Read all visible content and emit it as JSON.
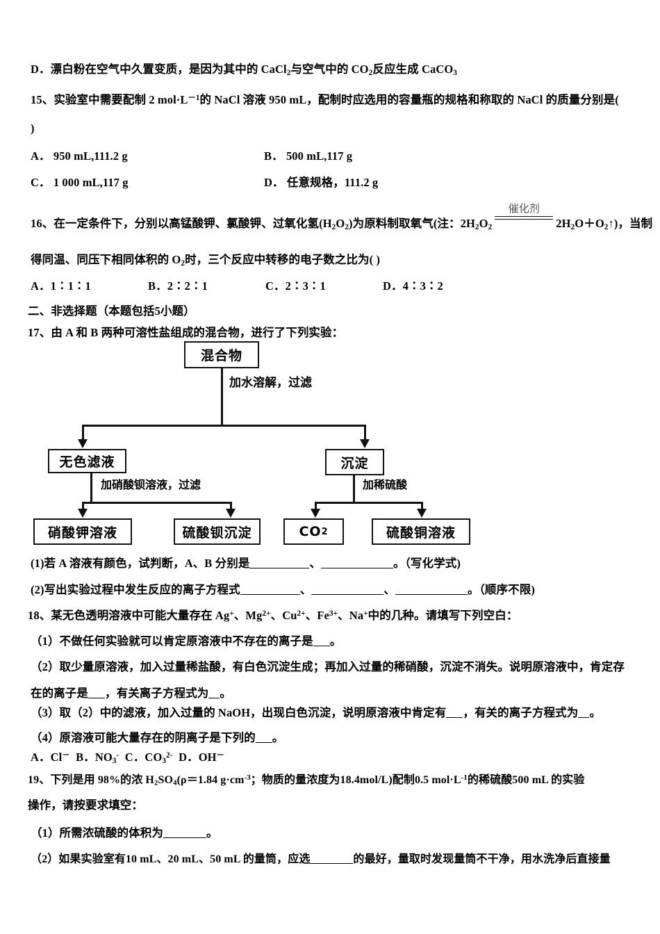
{
  "document": {
    "type": "chemistry-exam-paper",
    "language": "zh"
  },
  "q14_option_d": {
    "label": "D．",
    "text_a": "漂白粉在空气中久置变质，是因为其中的 CaCl",
    "sub1": "2",
    "text_b": "与空气中的 CO",
    "sub2": "2",
    "text_c": "反应生成 CaCO",
    "sub3": "3"
  },
  "q15": {
    "num": "15、",
    "stem_a": "实验室中需要配制 2 mol·L",
    "stem_sup": "－1",
    "stem_b": "的 NaCl 溶液 950 mL，配制时应选用的容量瓶的规格和称取的 NaCl 的质量分别是(",
    "stem_close": ")",
    "options": [
      {
        "label": "A．",
        "text": "950 mL,111.2 g"
      },
      {
        "label": "B．",
        "text": "500 mL,117 g"
      },
      {
        "label": "C．",
        "text": "1 000 mL,117 g"
      },
      {
        "label": "D．",
        "text": "任意规格，111.2 g"
      }
    ]
  },
  "q16": {
    "num": "16、",
    "stem_a": "在一定条件下，分别以高锰酸钾、氯酸钾、过氧化氢(H",
    "sub_h": "2",
    "stem_b": "O",
    "sub_o": "2",
    "stem_c": ")为原料制取氧气(注：2H",
    "sub_h2": "2",
    "stem_d": "O",
    "sub_o2": "2",
    "catalyst": "催化剂",
    "product_a": "2H",
    "sub_p1": "2",
    "product_b": "O＋O",
    "sub_p2": "2",
    "product_c": "↑)，当制",
    "stem_line2_a": "得同温、同压下相同体积的 O",
    "sub_l2": "2",
    "stem_line2_b": "时，三个反应中转移的电子数之比为( )",
    "options": [
      {
        "label": "A．",
        "text": "1∶1∶1"
      },
      {
        "label": "B．",
        "text": "2∶2∶1"
      },
      {
        "label": "C．",
        "text": "2∶3∶1"
      },
      {
        "label": "D．",
        "text": "4∶3∶2"
      }
    ]
  },
  "section2": {
    "heading": "二、非选择题（本题包括5小题）"
  },
  "q17": {
    "num": "17、",
    "stem": "由 A 和 B 两种可溶性盐组成的混合物，进行了下列实验：",
    "flowchart": {
      "top_box": "混合物",
      "step1_label": "加水溶解，过滤",
      "left_box": "无色滤液",
      "right_box": "沉淀",
      "step2_left_label": "加硝酸钡溶液，过滤",
      "step2_right_label": "加稀硫酸",
      "result1": "硝酸钾溶液",
      "result2": "硫酸钡沉淀",
      "result3_a": "CO",
      "result3_sub": "2",
      "result4": "硫酸铜溶液"
    },
    "sub1_a": "(1)若 A 溶液有颜色，试判断，A、B 分别是",
    "sub1_b": "、",
    "sub1_c": "。（写化学式)",
    "sub2_a": "(2)写出实验过程中发生反应的离子方程式",
    "sub2_b": "、",
    "sub2_c": "、",
    "sub2_d": "。（顺序不限)"
  },
  "q18": {
    "num": "18、",
    "stem_a": "某无色透明溶液中可能大量存在 Ag",
    "sup_ag": "+",
    "stem_b": "、Mg",
    "sup_mg": "2+",
    "stem_c": "、Cu",
    "sup_cu": "2+",
    "stem_d": "、Fe",
    "sup_fe": "3+",
    "stem_e": "、Na",
    "sup_na": "+",
    "stem_f": "中的几种。请填写下列空白：",
    "sub1_a": "（1）不做任何实验就可以肯定原溶液中不存在的离子是",
    "sub1_b": "。",
    "sub2_a": "（2）取少量原溶液，加入过量稀盐酸，有白色沉淀生成；再加入过量的稀硝酸，沉淀不消失。说明原溶液中，肯定存",
    "sub2_b": "在的离子是",
    "sub2_c": "，有关离子方程式为",
    "sub2_d": "。",
    "sub3_a": "（3）取（2）中的滤液，加入过量的 NaOH，出现白色沉淀，说明原溶液中肯定有",
    "sub3_b": "，有关的离子方程式为",
    "sub3_c": "。",
    "sub4_a": "（4）原溶液可能大量存在的阴离子是下列的",
    "sub4_b": "。",
    "options": [
      {
        "label": "A．",
        "text": "Cl",
        "sup": "－"
      },
      {
        "label": "B．",
        "text": "NO",
        "sub": "3",
        "sup": "-"
      },
      {
        "label": "C．",
        "text": "CO",
        "sub": "3",
        "sup": "2-"
      },
      {
        "label": "D．",
        "text": "OH",
        "sup": "－"
      }
    ]
  },
  "q19": {
    "num": "19、",
    "stem_a": "下列是用 98%的浓 H",
    "sub_h": "2",
    "stem_b": "SO",
    "sub_s": "4",
    "stem_c": "(ρ＝1.84 g·cm",
    "sup_cm": "-3",
    "stem_d": "；物质的量浓度为18.4mol/L)配制0.5 mol·L",
    "sup_l": "-1",
    "stem_e": "的稀硫酸500 mL 的实验",
    "stem_line2": "操作，请按要求填空：",
    "sub1_a": "（1）所需浓硫酸的体积为",
    "sub1_b": "。",
    "sub2_a": "（2）如果实验室有10 mL、20 mL、50 mL 的量筒，应选",
    "sub2_b": "的最好，量取时发现量筒不干净，用水洗净后直接量"
  }
}
